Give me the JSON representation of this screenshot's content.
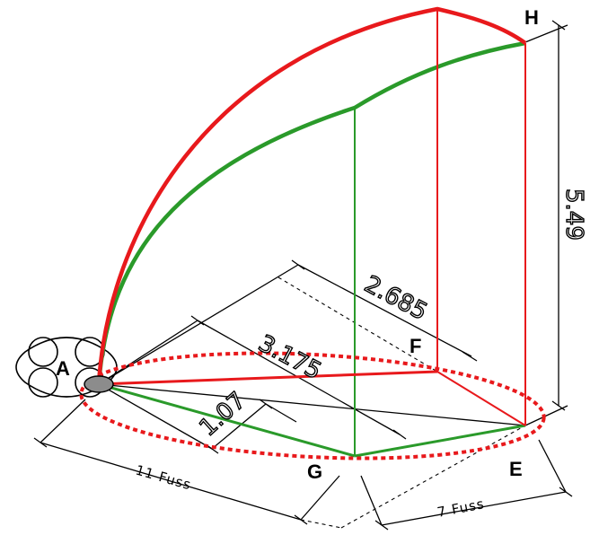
{
  "points": {
    "A": "A",
    "E": "E",
    "F": "F",
    "G": "G",
    "H": "H"
  },
  "dimensions": {
    "d1": "1.07",
    "d2": "3.175",
    "d3": "2.685",
    "d4": "5.49",
    "len_a": "11 Fuss",
    "len_b": "7 Fuss"
  },
  "colors": {
    "red": "#e8191c",
    "green": "#2a9a2a",
    "black": "#000000",
    "gray": "#8c8c8c"
  }
}
